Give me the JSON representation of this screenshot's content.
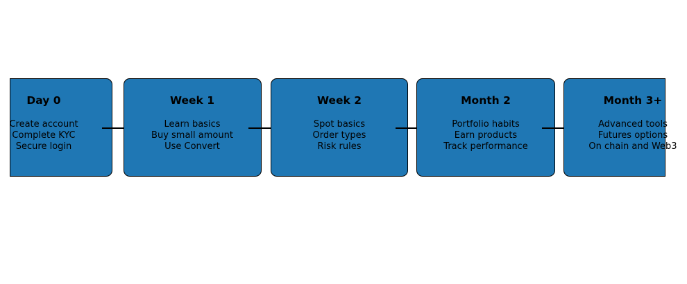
{
  "colors": {
    "box_fill": "#1f77b4",
    "box_border": "#000000",
    "text": "#000000",
    "background": "#ffffff"
  },
  "roadmap": {
    "stages": [
      {
        "title": "Day 0",
        "items": [
          "Create account",
          "Complete KYC",
          "Secure login"
        ]
      },
      {
        "title": "Week 1",
        "items": [
          "Learn basics",
          "Buy small amount",
          "Use Convert"
        ]
      },
      {
        "title": "Week 2",
        "items": [
          "Spot basics",
          "Order types",
          "Risk rules"
        ]
      },
      {
        "title": "Month 2",
        "items": [
          "Portfolio habits",
          "Earn products",
          "Track performance"
        ]
      },
      {
        "title": "Month 3+",
        "items": [
          "Advanced tools",
          "Futures options",
          "On chain and Web3"
        ]
      }
    ]
  }
}
